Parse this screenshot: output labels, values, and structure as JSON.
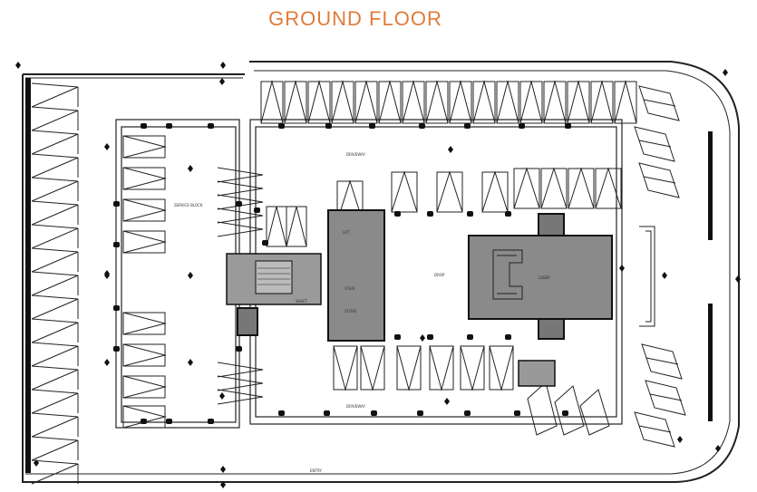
{
  "title": "GROUND FLOOR",
  "colors": {
    "title": "#e07b3a",
    "line": "#222222",
    "core": "#8a8a8a",
    "dark": "#111111"
  },
  "labels": {
    "top_driveway": "DRIVEWAY",
    "bottom_driveway": "DRIVEWAY",
    "center": "DROP",
    "core_a": "LIFT",
    "core_b": "STAIR",
    "core_c": "STORE",
    "core_d": "SHAFT",
    "tower": "LOBBY",
    "left_block": "SERVICE BLOCK",
    "entry": "ENTRY"
  },
  "icons": {
    "north": "compass-marker-icon",
    "column": "column-marker-icon",
    "door": "door-swing-icon"
  }
}
